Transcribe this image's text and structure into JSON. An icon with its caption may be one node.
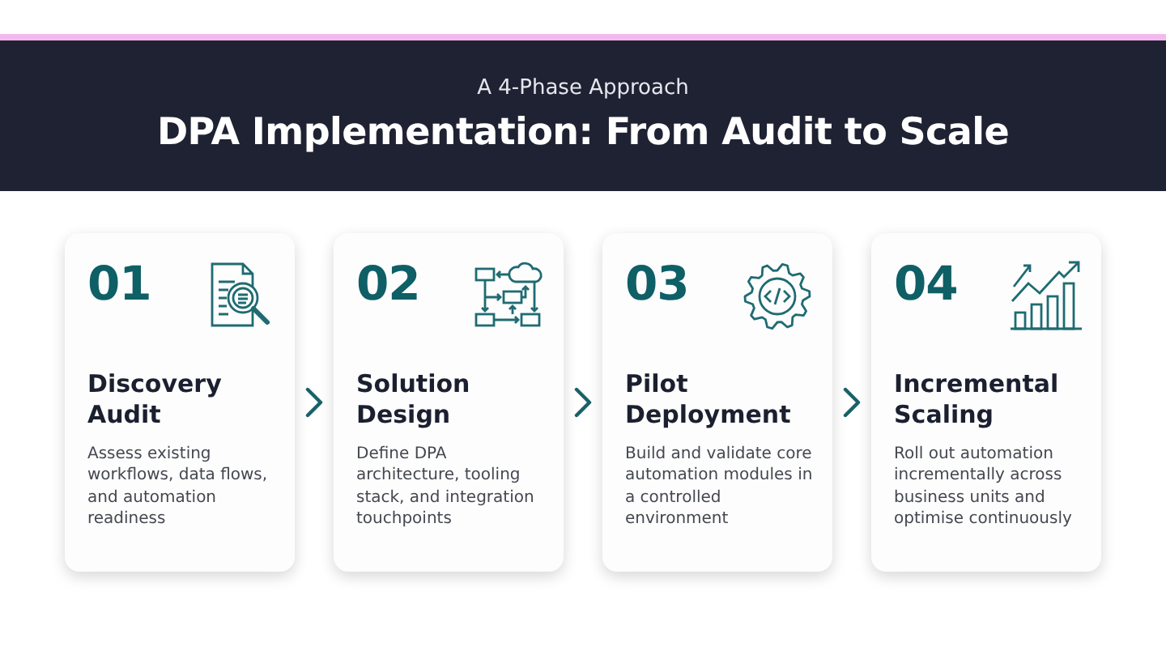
{
  "diagram": {
    "title": "DPA Implementation: From Audit to Scale",
    "nodes": [
      {
        "text": [
          "01",
          "Discovery Audit",
          "Assess existing workflows, data flows, and automation readiness"
        ]
      },
      {
        "text": [
          "02",
          "Solution Design",
          "Define DPA architecture, tooling stack, and integration touchpoints"
        ]
      },
      {
        "text": [
          "03",
          "Pilot Deployment",
          "Build and validate core automation modules in a controlled environment"
        ]
      },
      {
        "text": [
          "04",
          "Incremental Scaling",
          "Roll out automation incrementally across business units and optimise continuously"
        ]
      }
    ],
    "edges": [
      {
        "from": 0,
        "to": 1,
        "arrow": "to"
      },
      {
        "from": 1,
        "to": 2,
        "arrow": "to"
      },
      {
        "from": 2,
        "to": 3,
        "arrow": "to"
      }
    ],
    "labels": [
      "A 4-Phase Approach"
    ]
  }
}
